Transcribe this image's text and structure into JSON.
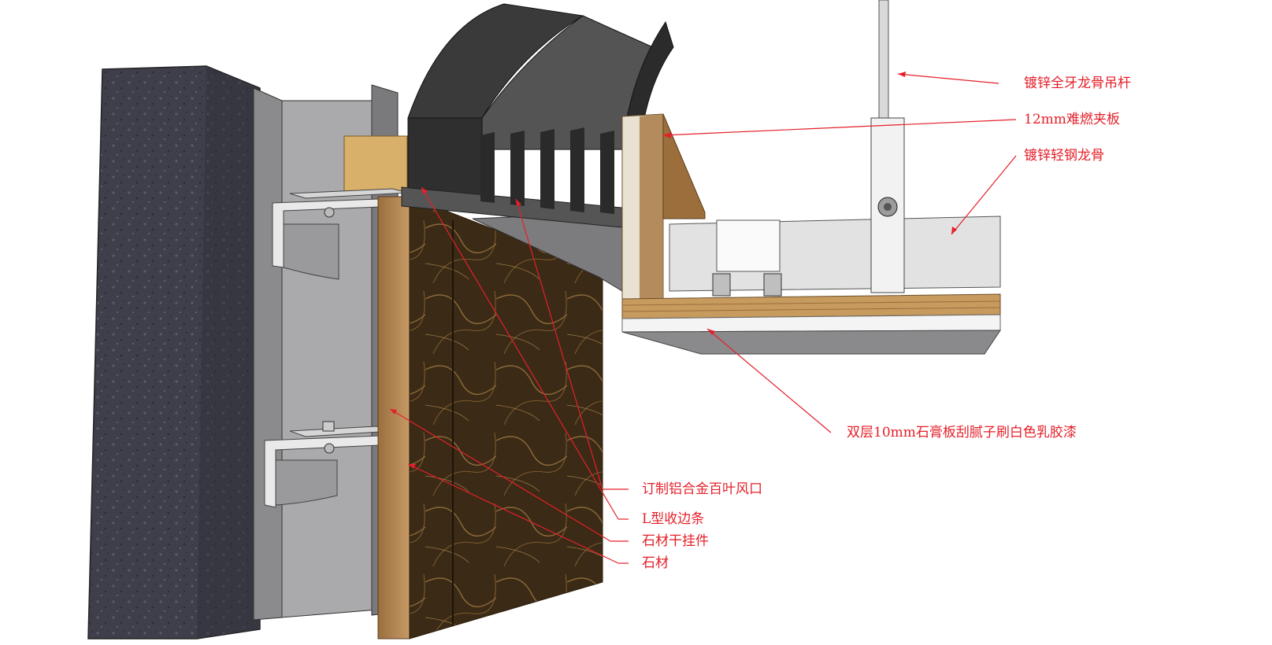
{
  "labels": {
    "hanger_rod": "镀锌全牙龙骨吊杆",
    "fire_board": "12mm难燃夹板",
    "steel_keel": "镀锌轻钢龙骨",
    "gypsum_board": "双层10mm石膏板刮腻子刷白色乳胶漆",
    "louver_vent": "订制铝合金百叶风口",
    "l_trim": "L型收边条",
    "stone_hanger": "石材干挂件",
    "stone": "石材"
  },
  "colors": {
    "callout": "#e4202a",
    "concrete": "#3c3c48",
    "steel": "#a9a9ab",
    "stone": "#3a2814",
    "plywood": "#b98c5a",
    "vent": "#2f2f2f"
  }
}
